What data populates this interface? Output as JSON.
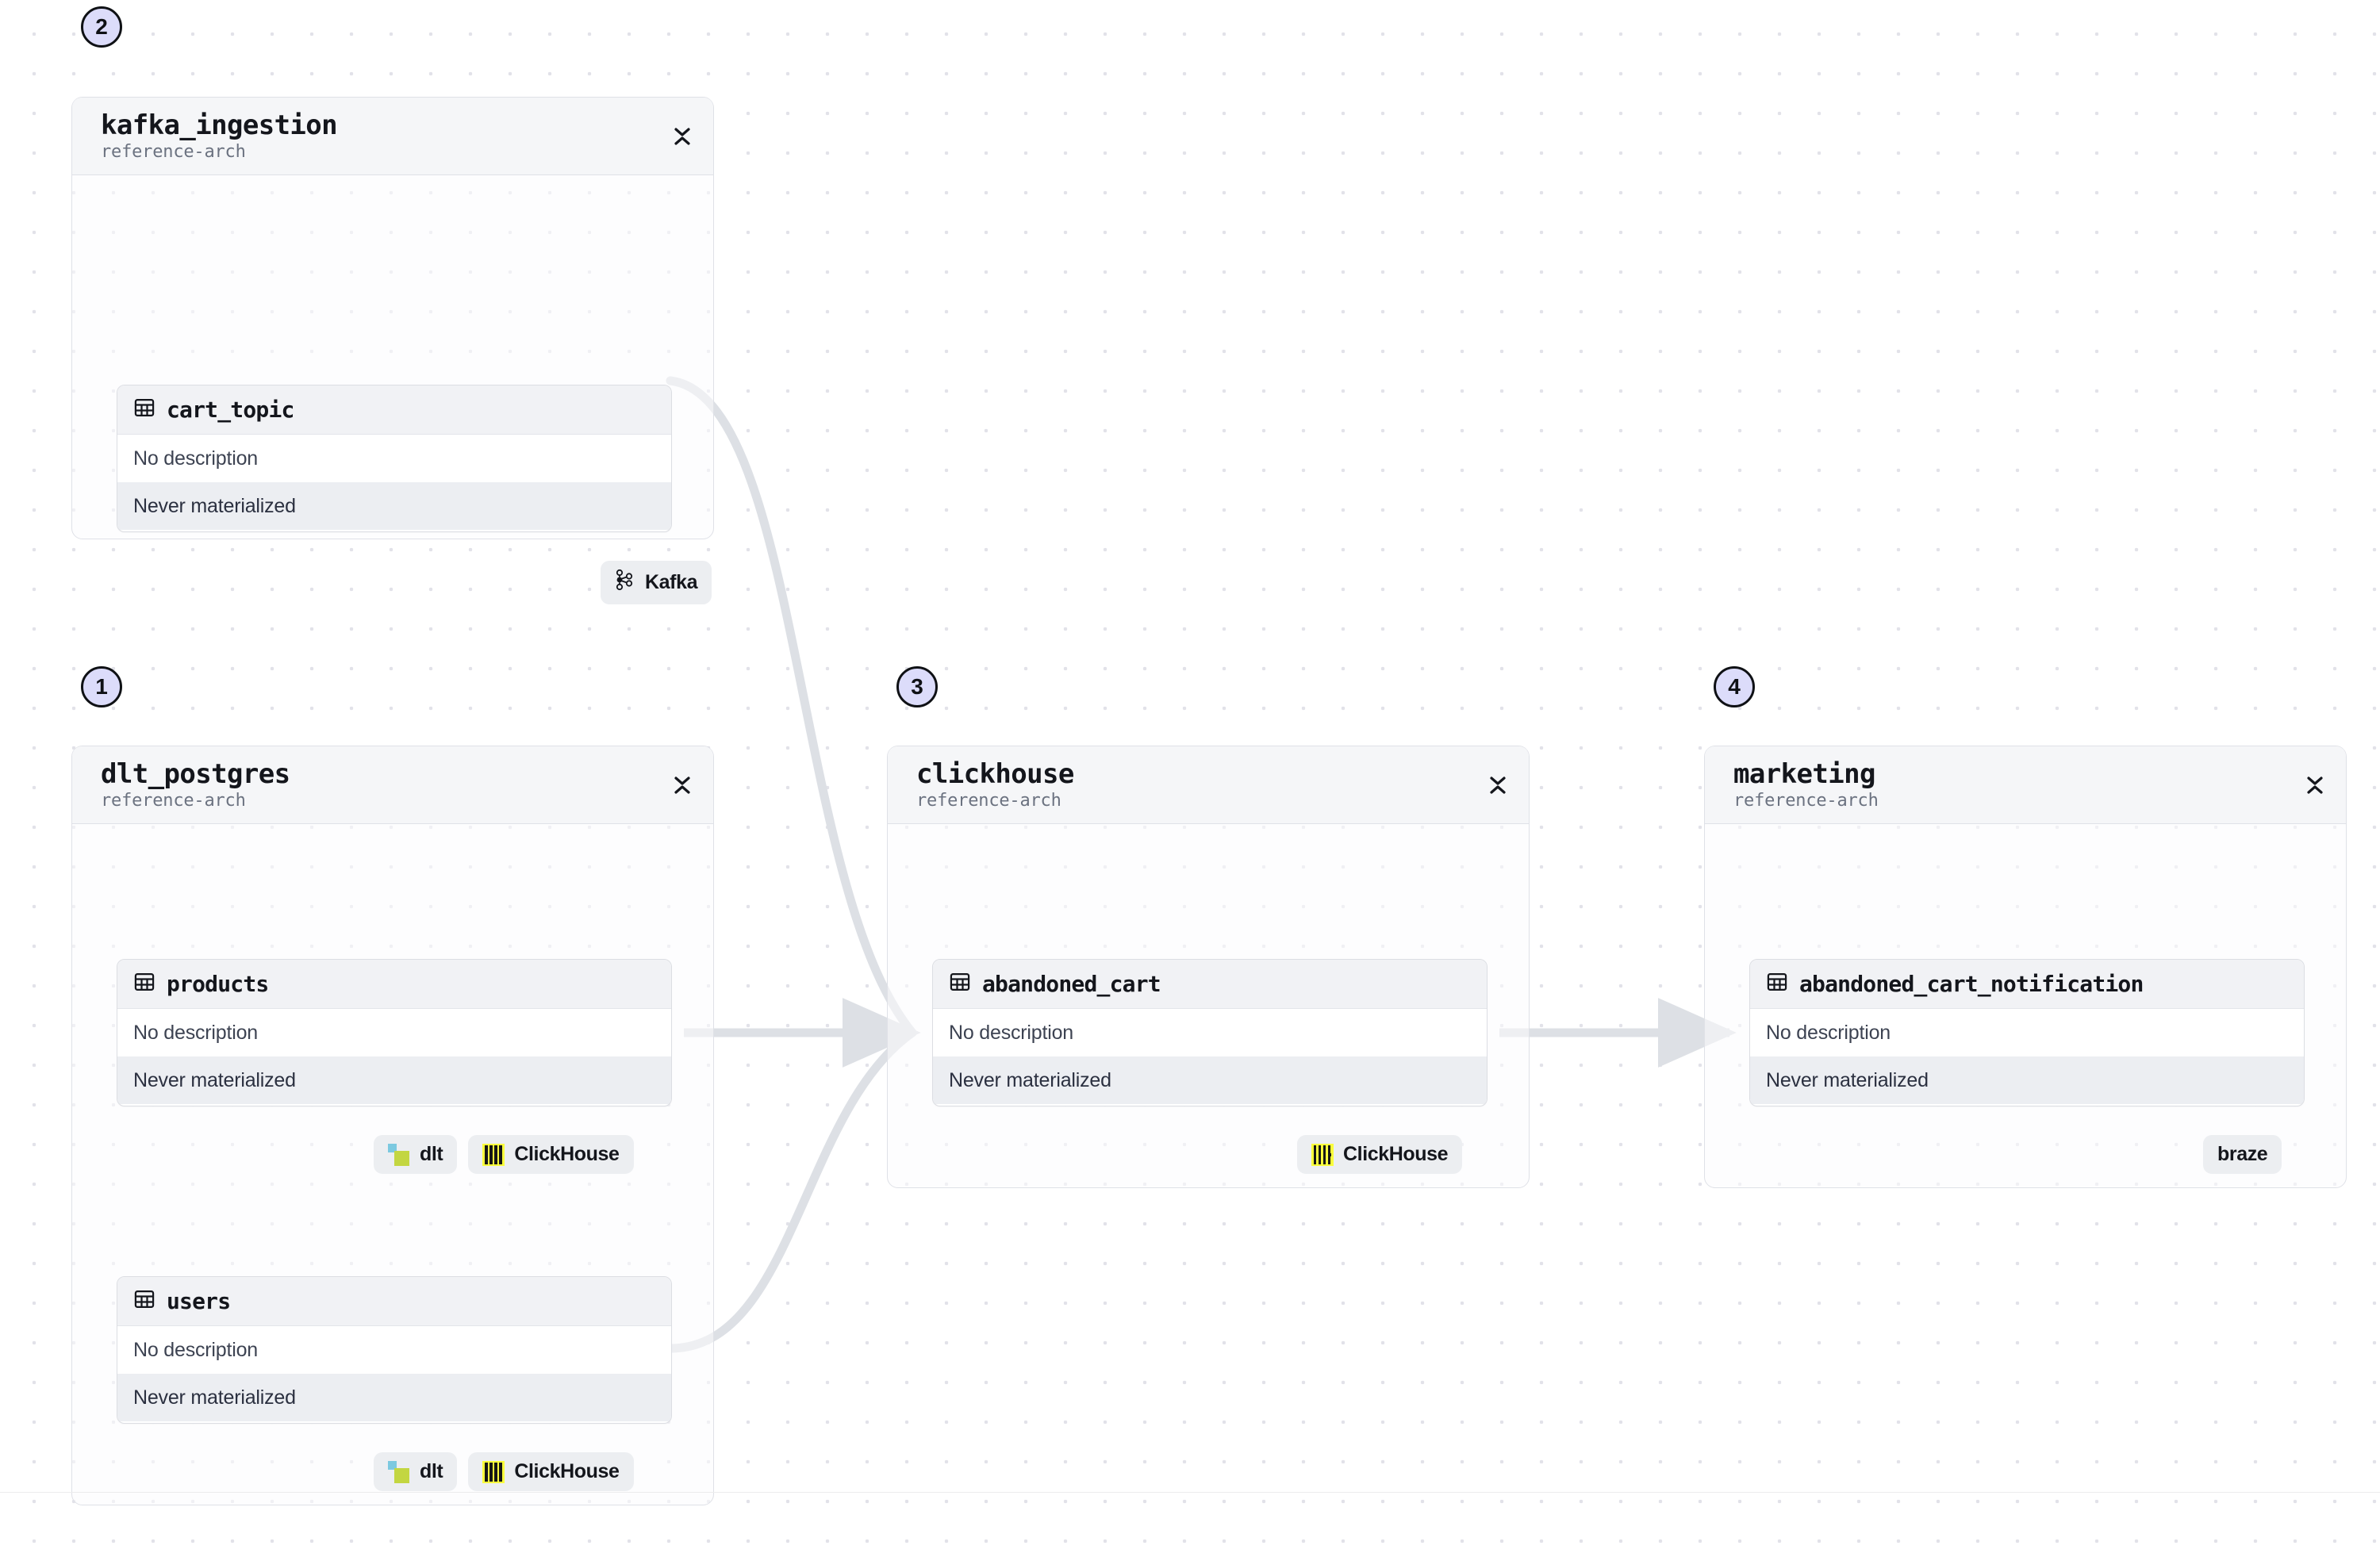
{
  "canvas": {
    "background": "#ffffff",
    "dot_grid_color": "#e2e2e9",
    "edge_color": "#dde0e5"
  },
  "labels": {
    "no_description": "No description",
    "never_materialized": "Never materialized",
    "collapse_icon_name": "collapse-chevrons-icon",
    "table_icon_name": "table-grid-icon"
  },
  "groups": [
    {
      "index_badge": "2",
      "title": "kafka_ingestion",
      "subtitle": "reference-arch",
      "tables": [
        {
          "name": "cart_topic",
          "description": "No description",
          "materialization": "Never materialized",
          "badges": [
            {
              "label": "Kafka",
              "icon": "kafka-icon"
            }
          ]
        }
      ]
    },
    {
      "index_badge": "1",
      "title": "dlt_postgres",
      "subtitle": "reference-arch",
      "tables": [
        {
          "name": "products",
          "description": "No description",
          "materialization": "Never materialized",
          "badges": [
            {
              "label": "dlt",
              "icon": "dlt-icon"
            },
            {
              "label": "ClickHouse",
              "icon": "clickhouse-icon"
            }
          ]
        },
        {
          "name": "users",
          "description": "No description",
          "materialization": "Never materialized",
          "badges": [
            {
              "label": "dlt",
              "icon": "dlt-icon"
            },
            {
              "label": "ClickHouse",
              "icon": "clickhouse-icon"
            }
          ]
        }
      ]
    },
    {
      "index_badge": "3",
      "title": "clickhouse",
      "subtitle": "reference-arch",
      "tables": [
        {
          "name": "abandoned_cart",
          "description": "No description",
          "materialization": "Never materialized",
          "badges": [
            {
              "label": "ClickHouse",
              "icon": "clickhouse-icon"
            }
          ]
        }
      ]
    },
    {
      "index_badge": "4",
      "title": "marketing",
      "subtitle": "reference-arch",
      "tables": [
        {
          "name": "abandoned_cart_notification",
          "description": "No description",
          "materialization": "Never materialized",
          "badges": [
            {
              "label": "braze",
              "icon": "braze-icon"
            }
          ]
        }
      ]
    }
  ],
  "edges": [
    {
      "from": "cart_topic",
      "to": "abandoned_cart"
    },
    {
      "from": "products",
      "to": "abandoned_cart"
    },
    {
      "from": "users",
      "to": "abandoned_cart"
    },
    {
      "from": "abandoned_cart",
      "to": "abandoned_cart_notification"
    }
  ]
}
